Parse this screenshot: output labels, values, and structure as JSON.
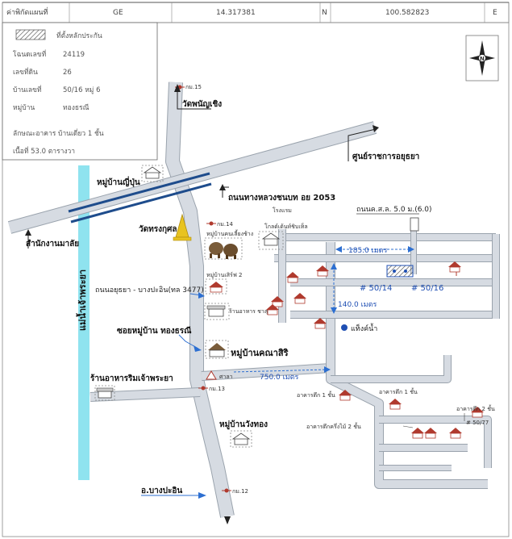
{
  "header": {
    "coord_label": "ค่าพิกัดแผนที่",
    "coord_ge": "GE",
    "coord_lat": "14.317381",
    "coord_n": "N",
    "coord_lng": "100.582823",
    "coord_e": "E"
  },
  "info": {
    "legend_label": "ที่ตั้งหลักประกัน",
    "rows": [
      {
        "label": "โฉนดเลขที่",
        "value": "24119"
      },
      {
        "label": "เลขที่ดิน",
        "value": "26"
      },
      {
        "label": "บ้านเลขที่",
        "value": "50/16 หมู่ 6"
      },
      {
        "label": "หมู่บ้าน",
        "value": "ทองธรณี"
      }
    ],
    "building": "ลักษณะอาคาร บ้านเดี่ยว 1 ชั้น",
    "area": "เนื้อที่ 53.0 ตารางวา"
  },
  "north": {
    "letter": "N"
  },
  "labels": {
    "km15": "กม.15",
    "wat_phanan": "วัดพนัญเชิง",
    "center": "ศูนย์ราชการอยุธยา",
    "jp_village": "หมู่บ้านญี่ปุ่น",
    "highway": "ถนนทางหลวงชนบท อย 2053",
    "road_width": "ถนนค.ส.ล. 5.0 ม.(6.0)",
    "hotel1": "โรงแรม",
    "hotel2": "โกลด์เด้นท์ชิบเท็ล",
    "wat_song": "วัดทรงกุศล",
    "km14": "กม.14",
    "elephant": "หมู่บ้านคนเลี้ยงช้าง",
    "river": "แม่น้ำเจ้าพระยา",
    "district": "สำนักงานมาลัย",
    "village2": "หมู่บ้านเสิร์ฟ 2",
    "road_ayutthaya": "ถนนอยุธยา - บางปะอิน(ทล 3477)",
    "shop": "ร้านอาหาร ชาสุภา",
    "dist185": "185.0 เมตร",
    "lot1": "# 50/14",
    "lot2": "# 50/16",
    "dist140": "140.0 เมตร",
    "tank": "แท็งค์น้ำ",
    "soi": "ซอยหมู่บ้าน ทองธรณี",
    "village_ns": "หมู่บ้านคณาสิริ",
    "restaurant": "ร้านอาหารริมเจ้าพระยา",
    "shrine": "ศาลา",
    "dist750": "750.0 เมตร",
    "km13": "กม.13",
    "b1": "อาคารตึก 1 ชั้น",
    "b2": "อาคารตึก 1 ชั้น",
    "b3": "อาคารตึก 2 ชั้น",
    "b4": "อาคารตึกครึ่งไม้ 2 ชั้น",
    "lot3": "# 50/77",
    "wang_thong": "หมู่บ้านวังทอง",
    "bang_pa_in": "อ.บางปะอิน",
    "km12": "กม.12"
  },
  "colors": {
    "road": "#d6dbe2",
    "road_edge": "#9aa3ad",
    "river": "#8fe3ef",
    "highway": "#1e4c8c",
    "arrow": "#2d6fd1",
    "house": "#b03a2e",
    "tank": "#1f4fb3"
  }
}
